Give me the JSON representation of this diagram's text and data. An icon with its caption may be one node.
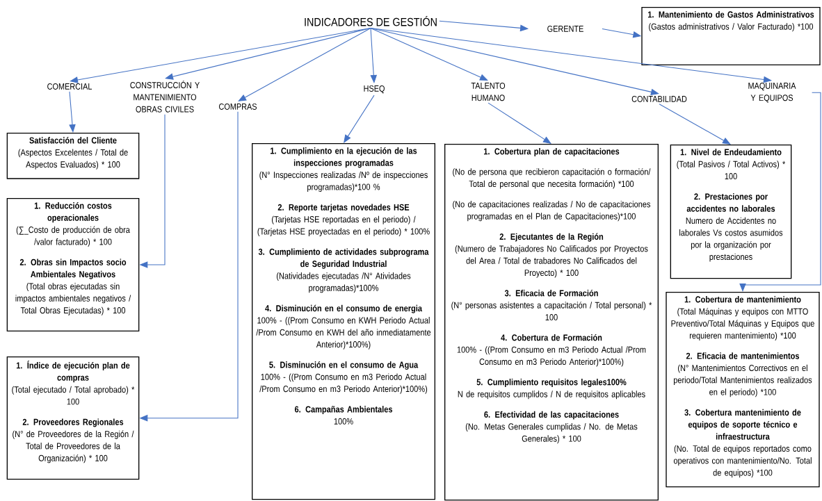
{
  "diagram": {
    "nodes": [
      {
        "text": [
          "INDICADORES DE GESTIÓN"
        ]
      },
      {
        "text": [
          "GERENTE"
        ]
      },
      {
        "text": [
          "1. Mantenimiento de Gastos Administrativos",
          "(Gastos administrativos / Valor Facturado) *100"
        ]
      },
      {
        "text": [
          "COMERCIAL"
        ]
      },
      {
        "text": [
          "CONSTRUCCIÓN Y MANTENIMIENTO OBRAS CIVILES"
        ]
      },
      {
        "text": [
          "COMPRAS"
        ]
      },
      {
        "text": [
          "HSEQ"
        ]
      },
      {
        "text": [
          "TALENTO HUMANO"
        ]
      },
      {
        "text": [
          "CONTABILIDAD"
        ]
      },
      {
        "text": [
          "MAQUINARIA Y EQUIPOS"
        ]
      },
      {
        "text": [
          "Satisfacción del Cliente",
          "(Aspectos Excelentes / Total de Aspectos Evaluados) * 100"
        ]
      },
      {
        "text": [
          "1. Reducción costos operacionales",
          "(∑_Costo de producción de obra /valor facturado) * 100",
          "2. Obras sin Impactos socio Ambientales Negativos",
          "(Total obras ejecutadas sin impactos ambientales negativos / Total Obras Ejecutadas) * 100"
        ]
      },
      {
        "text": [
          "1. Índice de ejecución plan de compras",
          "(Total ejecutado / Total aprobado) * 100",
          "2. Proveedores Regionales",
          "(N° de Proveedores de la Región / Total de Proveedores de la Organización) * 100"
        ]
      },
      {
        "text": [
          "1. Cumplimiento en la ejecución de las inspecciones programadas",
          "(N° Inspecciones realizadas /Nº de inspecciones programadas)*100 %",
          "2. Reporte tarjetas novedades HSE",
          "(Tarjetas HSE reportadas en el periodo) / (Tarjetas HSE proyectadas en el periodo) * 100%",
          "3. Cumplimiento de actividades subprograma de Seguridad Industrial",
          "(Natividades ejecutadas /N° Atividades programadas)*100%",
          "4. Disminución en el consumo de energia",
          "100% - ((Prom Consumo en KWH Periodo Actual /Prom Consumo en KWH del año inmediatamente Anterior)*100%)",
          "5. Disminución en el consumo de Agua",
          "100% - ((Prom Consumo en m3 Periodo Actual /Prom Consumo en m3 Periodo Anterior)*100%)",
          "6. Campañas Ambientales",
          "100%"
        ]
      },
      {
        "text": [
          "1. Cobertura plan de capacitaciones",
          "(No de persona que recibieron capacitación o formación/ Total de personal que necesita formación) *100",
          "(No de capacitaciones realizadas / No de capacitaciones programadas en el Plan de Capacitaciones)*100",
          "2. Ejecutantes de la Región",
          "(Numero de Trabajadores No Calificados por Proyectos del Area / Total de trabadores No Calificados del Proyecto) * 100",
          "3. Eficacia de Formación",
          "(N° personas asistentes a capacitación / Total personal) * 100",
          "4. Cobertura de Formación",
          "100% - ((Prom Consumo en m3 Periodo Actual /Prom Consumo en m3 Periodo Anterior)*100%)",
          "5. Cumplimiento requisitos legales100%",
          "N de requisitos cumplidos / N de requisitos aplicables",
          "6. Efectividad de las capacitaciones",
          "(No. Metas Generales cumplidas / No. de Metas Generales) * 100"
        ]
      },
      {
        "text": [
          "1. Nivel de Endeudamiento",
          "(Total Pasivos / Total Activos) * 100",
          "2. Prestaciones por accidentes no laborales",
          "Numero de Accidentes no laborales Vs costos asumidos por la organización por prestaciones"
        ]
      },
      {
        "text": [
          "1. Cobertura de mantenimiento",
          "(Total Máquinas y equipos con MTTO Preventivo/Total Máquinas y Equipos que requieren mantenimiento) *100",
          "2. Eficacia de mantenimientos",
          "(N° Mantenimientos Correctivos en el periodo/Total Mantenimientos realizados en el periodo) *100",
          "3. Cobertura mantenimiento de equipos de soporte técnico e infraestructura",
          "(No. Total de equipos reportados como operativos con mantenimiento/No. Total de equipos) *100"
        ]
      }
    ],
    "edges": [
      {
        "from": 0,
        "to": 1,
        "arrow": "to"
      },
      {
        "from": 1,
        "to": 2,
        "arrow": "to"
      },
      {
        "from": 0,
        "to": 3,
        "arrow": "to"
      },
      {
        "from": 0,
        "to": 4,
        "arrow": "to"
      },
      {
        "from": 0,
        "to": 5,
        "arrow": "to"
      },
      {
        "from": 0,
        "to": 6,
        "arrow": "to"
      },
      {
        "from": 0,
        "to": 7,
        "arrow": "to"
      },
      {
        "from": 0,
        "to": 8,
        "arrow": "to"
      },
      {
        "from": 0,
        "to": 9,
        "arrow": "to"
      },
      {
        "from": 3,
        "to": 10,
        "arrow": "to"
      },
      {
        "from": 4,
        "to": 11,
        "arrow": "to"
      },
      {
        "from": 5,
        "to": 12,
        "arrow": "to"
      },
      {
        "from": 6,
        "to": 13,
        "arrow": "to"
      },
      {
        "from": 7,
        "to": 14,
        "arrow": "to"
      },
      {
        "from": 8,
        "to": 15,
        "arrow": "to"
      },
      {
        "from": 9,
        "to": 16,
        "arrow": "to"
      }
    ]
  }
}
